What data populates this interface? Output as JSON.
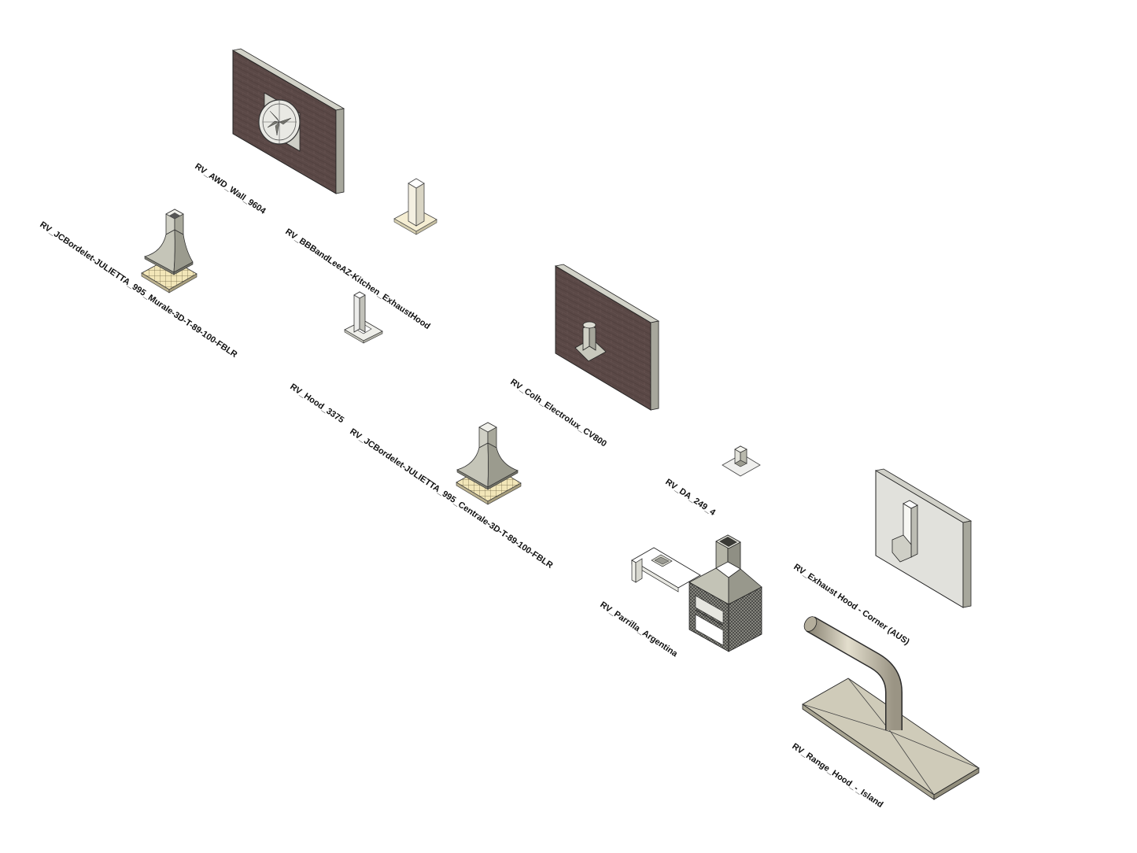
{
  "view": {
    "background": "#ffffff",
    "projection": "isometric"
  },
  "colors": {
    "brick": "#5a4846",
    "brick_dark": "#4a3a38",
    "wall_edge": "#cfcfc6",
    "wall_side": "#a9a99e",
    "metal": "#b8b8a8",
    "metal_dark": "#8f8f82",
    "grid_tile": "#f2e6b8",
    "white_panel": "#e4e4df",
    "line": "#222222"
  },
  "families": [
    {
      "id": "awd-wall",
      "label": "RV_AWD_Wall_9604",
      "icon": "wall-fan-icon"
    },
    {
      "id": "bb-hood",
      "label": "RV_BBBandLeeAZ-Kitchen_ExhaustHood",
      "icon": "chimney-hood-icon"
    },
    {
      "id": "jc-murale",
      "label": "RV_JCBordelet-JULIETTA_995_Murale-3D-T-89-100-FBLR",
      "icon": "pyramid-hood-icon"
    },
    {
      "id": "hood-3375",
      "label": "RV_Hood_3375",
      "icon": "slim-hood-icon"
    },
    {
      "id": "colh-electrolux",
      "label": "RV_Colh_Electrolux_CV800",
      "icon": "wall-hood-icon"
    },
    {
      "id": "jc-centrale",
      "label": "RV_JCBordelet-JULIETTA_995_Centrale-3D-T-89-100-FBLR",
      "icon": "pyramid-hood-icon"
    },
    {
      "id": "da-249",
      "label": "RV_DA_249_4",
      "icon": "small-hood-icon"
    },
    {
      "id": "parrilla",
      "label": "RV_Parrilla_Argentina",
      "icon": "grill-icon"
    },
    {
      "id": "exhaust-corner",
      "label": "RV_Exhaust Hood - Corner (AUS)",
      "icon": "corner-hood-icon"
    },
    {
      "id": "range-island",
      "label": "RV_Range_Hood_-_Island",
      "icon": "island-hood-icon"
    }
  ]
}
